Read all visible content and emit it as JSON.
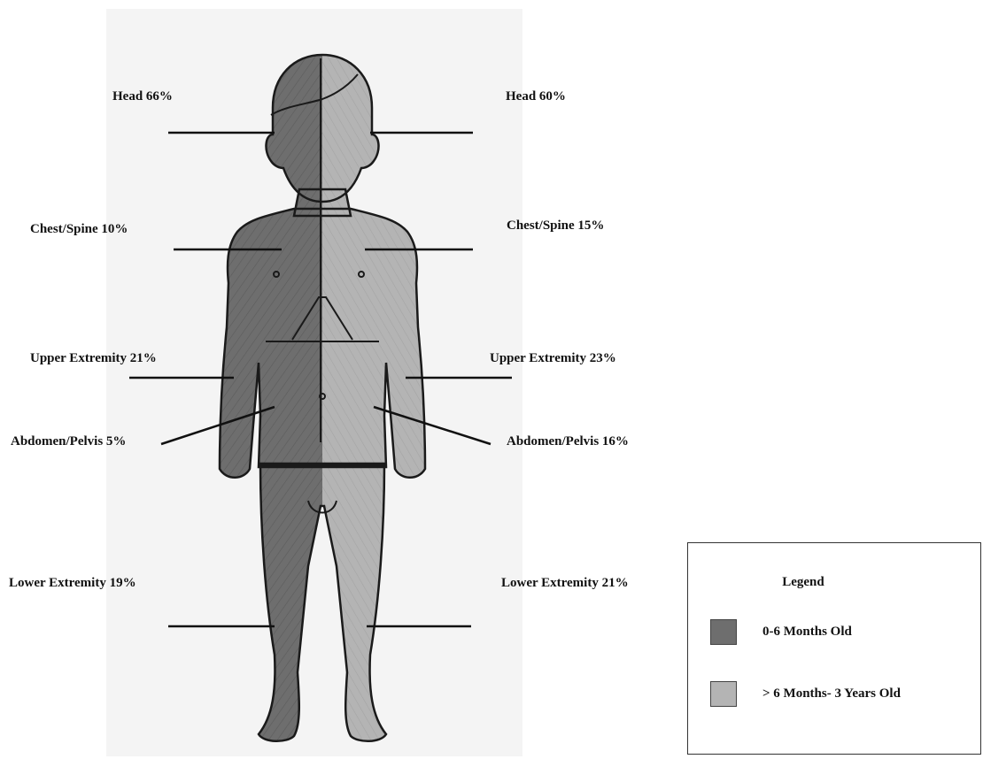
{
  "labels": {
    "left": {
      "head": "Head 66%",
      "chest_spine": "Chest/Spine 10%",
      "upper_extremity": "Upper Extremity 21%",
      "abdomen_pelvis": "Abdomen/Pelvis 5%",
      "lower_extremity": "Lower Extremity 19%"
    },
    "right": {
      "head": "Head 60%",
      "chest_spine": "Chest/Spine 15%",
      "upper_extremity": "Upper Extremity 23%",
      "abdomen_pelvis": "Abdomen/Pelvis 16%",
      "lower_extremity": "Lower Extremity 21%"
    }
  },
  "legend": {
    "title": "Legend",
    "items": [
      {
        "label": "0-6 Months Old",
        "color": "#6e6e6e"
      },
      {
        "label": "> 6 Months- 3 Years Old",
        "color": "#b4b4b4"
      }
    ]
  },
  "colors": {
    "dark_half": "#6e6e6e",
    "light_half": "#b4b4b4",
    "outline": "#1a1a1a",
    "background_sketch": "#eeeeee"
  }
}
